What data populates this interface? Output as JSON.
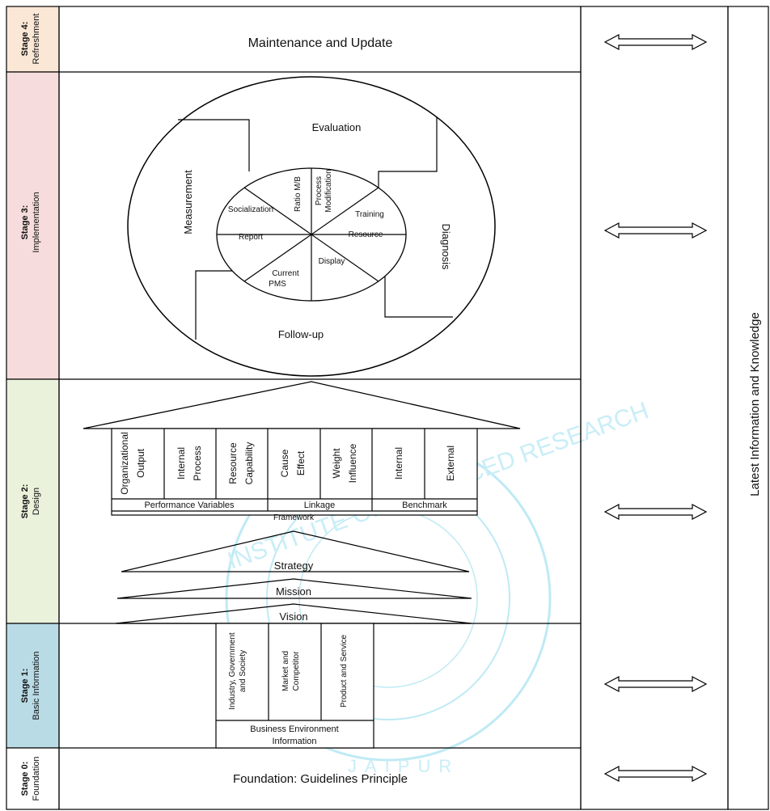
{
  "stages": [
    {
      "id": "stage4",
      "title": "Stage 4:",
      "subtitle": "Refreshment",
      "color": "#fbe7d6"
    },
    {
      "id": "stage3",
      "title": "Stage 3:",
      "subtitle": "Implementation",
      "color": "#f6dcdc"
    },
    {
      "id": "stage2",
      "title": "Stage 2:",
      "subtitle": "Design",
      "color": "#eaf2dc"
    },
    {
      "id": "stage1",
      "title": "Stage 1:",
      "subtitle": "Basic Information",
      "color": "#b9dbe6"
    },
    {
      "id": "stage0",
      "title": "Stage 0:",
      "subtitle": "Foundation",
      "color": "#ffffff"
    }
  ],
  "side_label": "Latest Information and Knowledge",
  "stage4": {
    "text": "Maintenance and Update"
  },
  "stage3": {
    "outer": {
      "top": "Evaluation",
      "left": "Measurement",
      "right": "Diagnosis",
      "bottom": "Follow-up"
    },
    "sectors": {
      "ratio": "Ratio M/B",
      "process_1": "Process",
      "process_2": "Modification",
      "training": "Training",
      "resource": "Resource",
      "display": "Display",
      "current_1": "Current",
      "current_2": "PMS",
      "report": "Report",
      "socialization": "Socialization"
    }
  },
  "stage2": {
    "columns": [
      [
        "Organizational",
        "Output"
      ],
      [
        "Internal",
        "Process"
      ],
      [
        "Resource",
        "Capability"
      ],
      [
        "Cause",
        "Effect"
      ],
      [
        "Weight",
        "Influence"
      ],
      [
        "Internal"
      ],
      [
        "External"
      ]
    ],
    "groups": {
      "performance": "Performance Variables",
      "linkage": "Linkage",
      "benchmark": "Benchmark"
    },
    "framework": "Framework",
    "levels": {
      "strategy": "Strategy",
      "mission": "Mission",
      "vision": "Vision"
    }
  },
  "stage1": {
    "columns": [
      [
        "Industry, Government",
        "and Society"
      ],
      [
        "Market and",
        "Competitor"
      ],
      [
        "Product and Service"
      ]
    ],
    "footer_1": "Business Environment",
    "footer_2": "Information"
  },
  "stage0": {
    "text": "Foundation: Guidelines Principle"
  },
  "watermark": {
    "text": "INSTITUTE OF ADVANCED RESEARCH",
    "bottom_text": "JAIPUR"
  }
}
